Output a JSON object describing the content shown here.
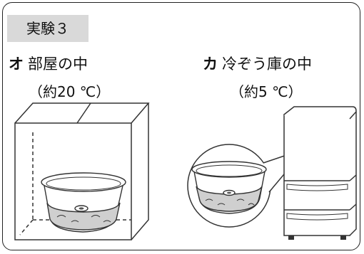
{
  "experiment_tag": "実験３",
  "panel_o": {
    "marker": "オ",
    "location": "部屋の中",
    "temperature": "（約20 ℃）"
  },
  "panel_ka": {
    "marker": "カ",
    "location": "冷ぞう庫の中",
    "temperature": "（約5 ℃）"
  },
  "colors": {
    "line": "#333333",
    "tag_bg": "#d9d9d9",
    "water": "#c8c8c8"
  }
}
